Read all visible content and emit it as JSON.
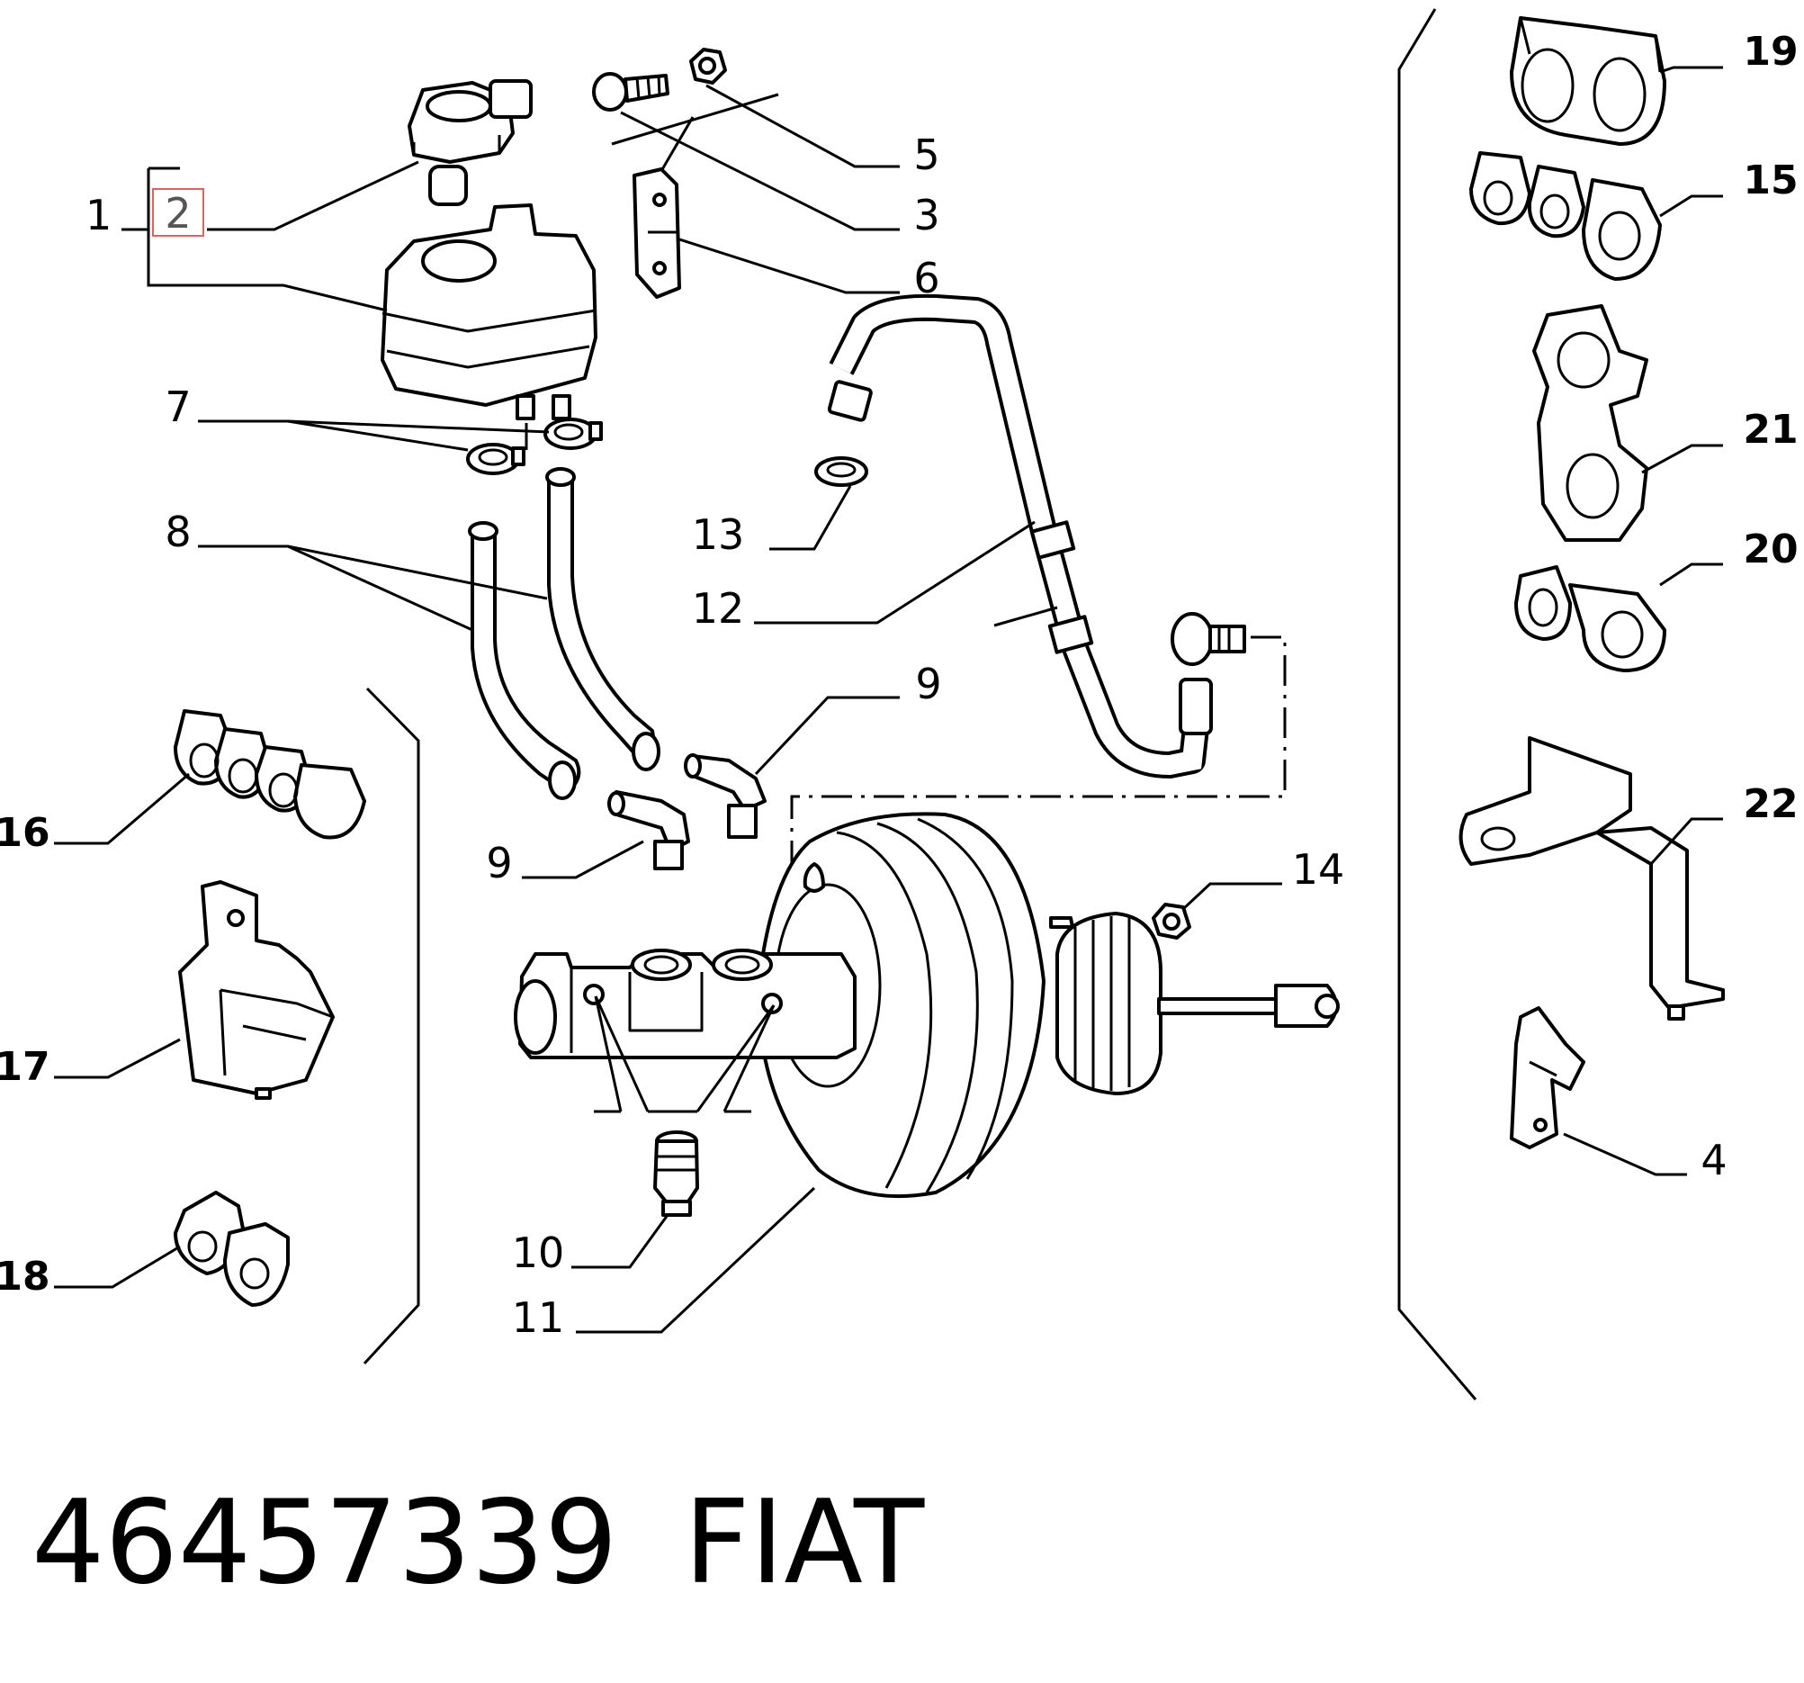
{
  "labels": {
    "l1": "1",
    "l2": "2",
    "l3": "3",
    "l4": "4",
    "l5": "5",
    "l6": "6",
    "l7": "7",
    "l8": "8",
    "l9a": "9",
    "l9b": "9",
    "l10": "10",
    "l11": "11",
    "l12": "12",
    "l13": "13",
    "l14": "14",
    "l15": "15",
    "l16": "16",
    "l17": "17",
    "l18": "18",
    "l19": "19",
    "l20": "20",
    "l21": "21",
    "l22": "22"
  },
  "highlight": {
    "part": "2",
    "color": "#e06060"
  },
  "caption": {
    "part_number": "46457339",
    "brand": "FIAT"
  }
}
